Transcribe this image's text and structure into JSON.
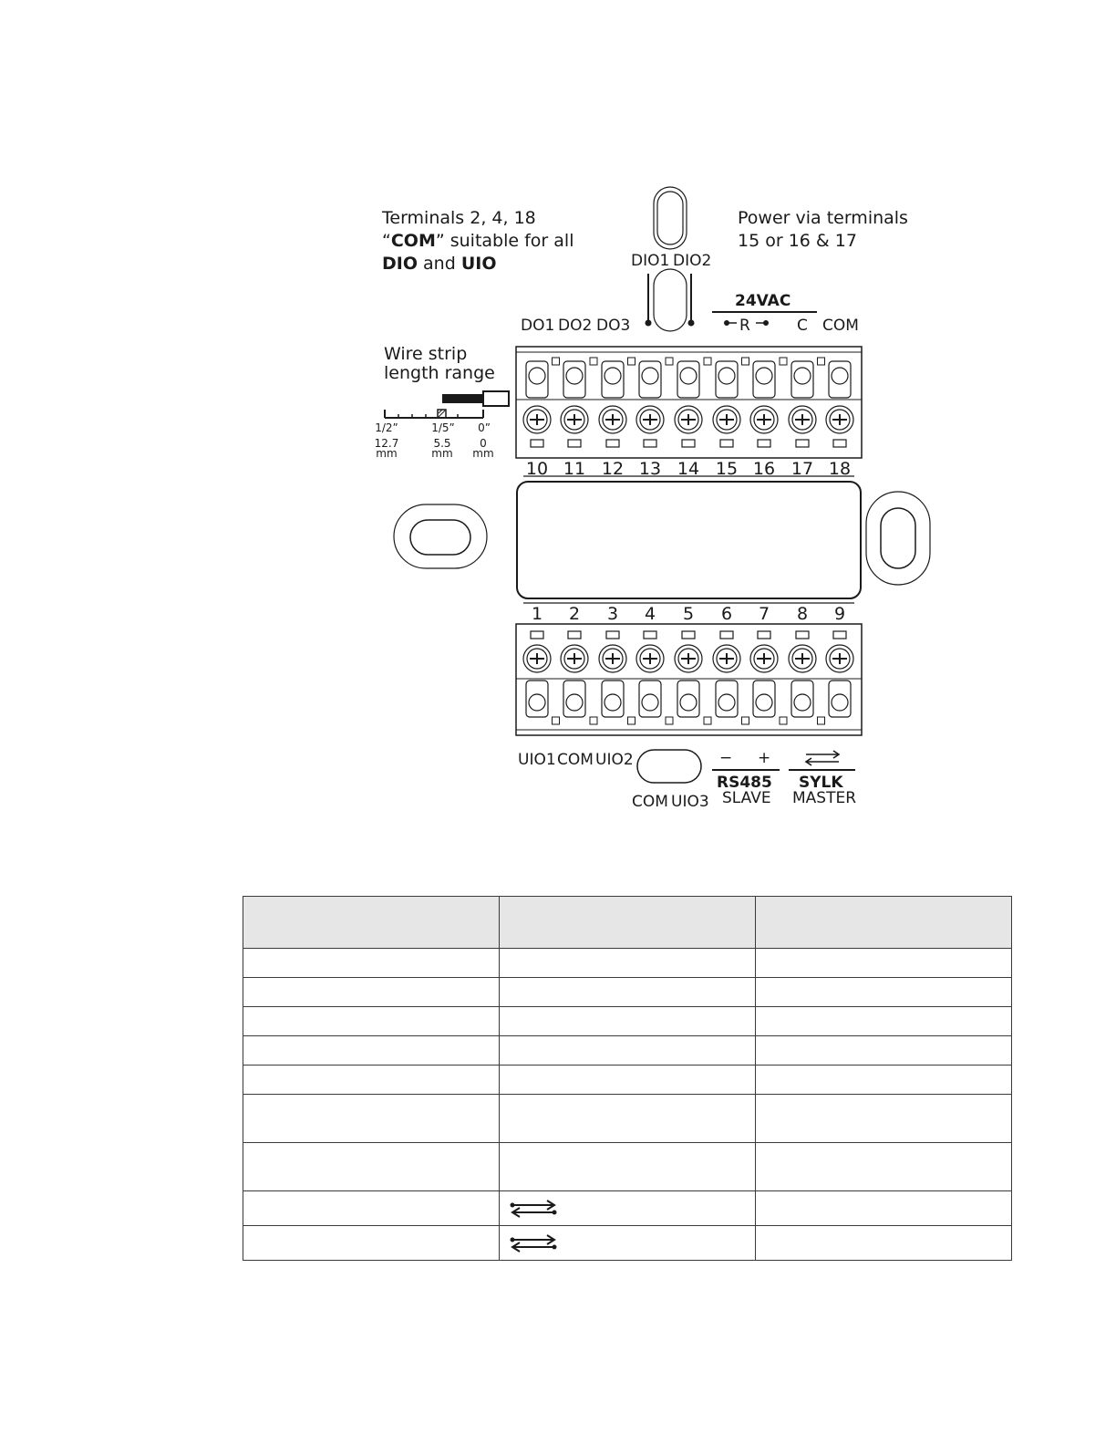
{
  "notes": {
    "com_line1": "Terminals 2, 4, 18",
    "com_line2_pre": "“",
    "com_line2_bold": "COM",
    "com_line2_post": "” suitable for all",
    "com_line3_bold_a": "DIO",
    "com_line3_mid": " and ",
    "com_line3_bold_b": "UIO",
    "power_line1": "Power via terminals",
    "power_line2": "15 or 16 & 17",
    "wire_line1": "Wire strip",
    "wire_line2": "length range"
  },
  "wire_scale": {
    "inch_labels": [
      "1/2”",
      "1/5”",
      "0”"
    ],
    "mm_values": [
      "12.7",
      "5.5",
      "0"
    ],
    "mm_unit": "mm"
  },
  "top_labels": {
    "dio1": "DIO1",
    "dio2": "DIO2",
    "do1": "DO1",
    "do2": "DO2",
    "do3": "DO3",
    "vac": "24VAC",
    "r": "R",
    "c": "C",
    "com": "COM"
  },
  "top_terminals": [
    "10",
    "11",
    "12",
    "13",
    "14",
    "15",
    "16",
    "17",
    "18"
  ],
  "bottom_terminals": [
    "1",
    "2",
    "3",
    "4",
    "5",
    "6",
    "7",
    "8",
    "9"
  ],
  "bottom_labels": {
    "uio1": "UIO1",
    "com_a": "COM",
    "uio2": "UIO2",
    "com_b": "COM",
    "uio3": "UIO3",
    "minus": "−",
    "plus": "+",
    "rs485": "RS485",
    "slave": "SLAVE",
    "sylk": "SYLK",
    "master": "MASTER"
  },
  "table": {
    "rows": 9,
    "arrow_rows": [
      7,
      8
    ]
  }
}
